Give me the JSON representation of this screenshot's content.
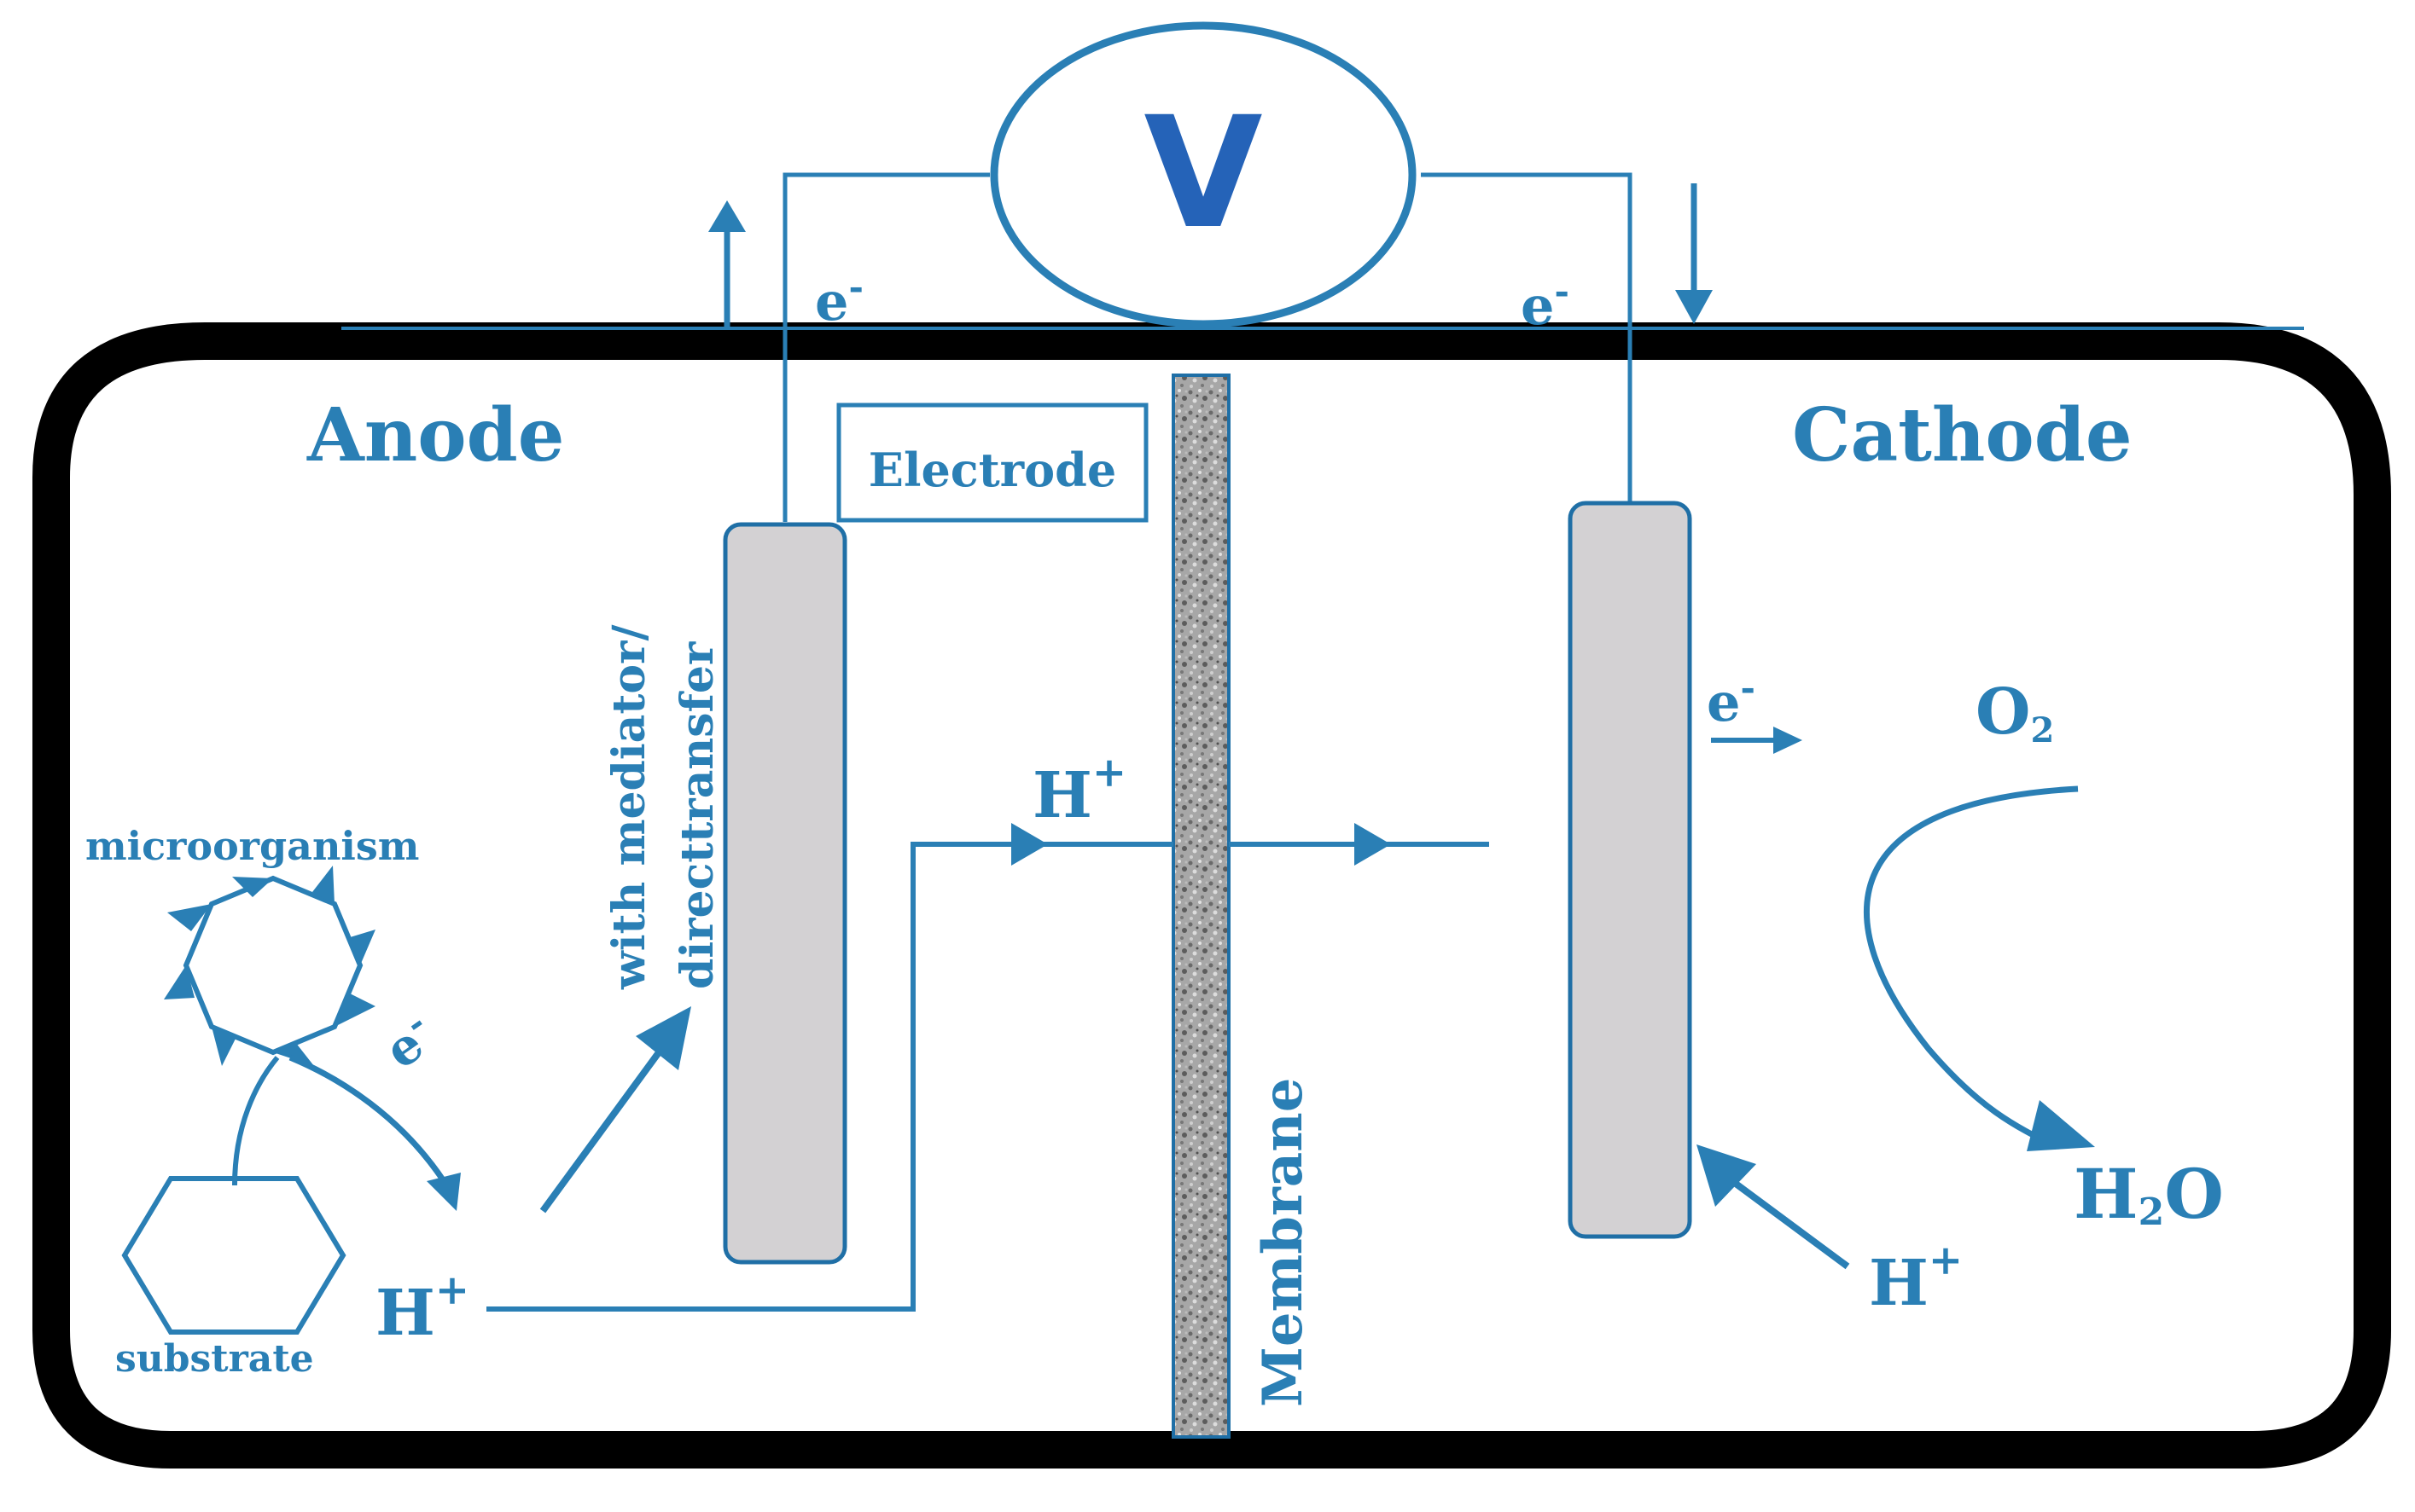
{
  "colors": {
    "blue": "#2a7fb5",
    "blue_dark": "#1f6fa6",
    "voltmeter_letter": "#2563b8",
    "frame": "#000000",
    "electrode_fill": "#d3d1d3",
    "membrane_fill": "#a7a7a7"
  },
  "labels": {
    "anode": "Anode",
    "cathode": "Cathode",
    "electrode": "Electrode",
    "membrane": "Membrane",
    "voltmeter": "V",
    "transfer_line1": "with mediator/",
    "transfer_line2": "directtransfer",
    "microorganism": "microorganism",
    "substrate": "substrate",
    "electron": "e",
    "electron_sup": "-",
    "proton": "H",
    "proton_sup": "+",
    "oxygen": "O",
    "oxygen_sub": "2",
    "water_h": "H",
    "water_sub": "2",
    "water_o": "O"
  }
}
